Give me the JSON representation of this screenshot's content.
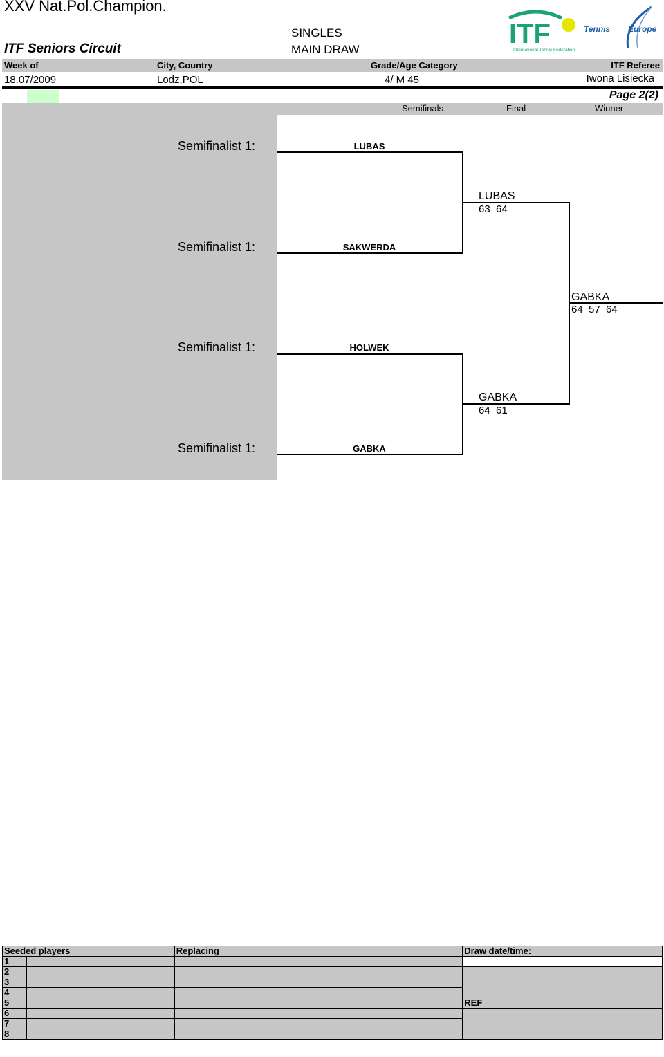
{
  "header": {
    "tournament": "XXV Nat.Pol.Champion.",
    "circuit": "ITF Seniors Circuit",
    "event": "SINGLES",
    "draw_type": "MAIN DRAW",
    "col_week": "Week of",
    "col_city": "City, Country",
    "col_grade": "Grade/Age Category",
    "col_referee": "ITF Referee",
    "week": "18.07/2009",
    "city": "Lodz,POL",
    "grade": "4/ M 45",
    "referee": "Iwona Lisiecka",
    "page": "Page 2(2)"
  },
  "logos": {
    "itf_text": "ITF",
    "itf_sub": "International Tennis Federation",
    "te_text1": "Tennis",
    "te_text2": "Europe"
  },
  "rounds": [
    "Semifinals",
    "Final",
    "Winner"
  ],
  "semifinalists": [
    {
      "label": "Semifinalist 1:",
      "name": "LUBAS"
    },
    {
      "label": "Semifinalist 1:",
      "name": "SAKWERDA"
    },
    {
      "label": "Semifinalist 1:",
      "name": "HOLWEK"
    },
    {
      "label": "Semifinalist 1:",
      "name": "GABKA"
    }
  ],
  "finalists": [
    {
      "name": "LUBAS",
      "score": "63  64"
    },
    {
      "name": "GABKA",
      "score": "64  61"
    }
  ],
  "winner": {
    "name": "GABKA",
    "score": "64  57  64"
  },
  "footer": {
    "seeded": "Seeded players",
    "replacing": "Replacing",
    "draw_date": "Draw date/time:",
    "ref": "REF",
    "seeds": [
      "1",
      "2",
      "3",
      "4",
      "5",
      "6",
      "7",
      "8"
    ]
  },
  "colors": {
    "grey": "#c6c6c6",
    "green": "#ccffcc",
    "itf_green": "#1aa374",
    "te_blue": "#1f5fa8"
  }
}
